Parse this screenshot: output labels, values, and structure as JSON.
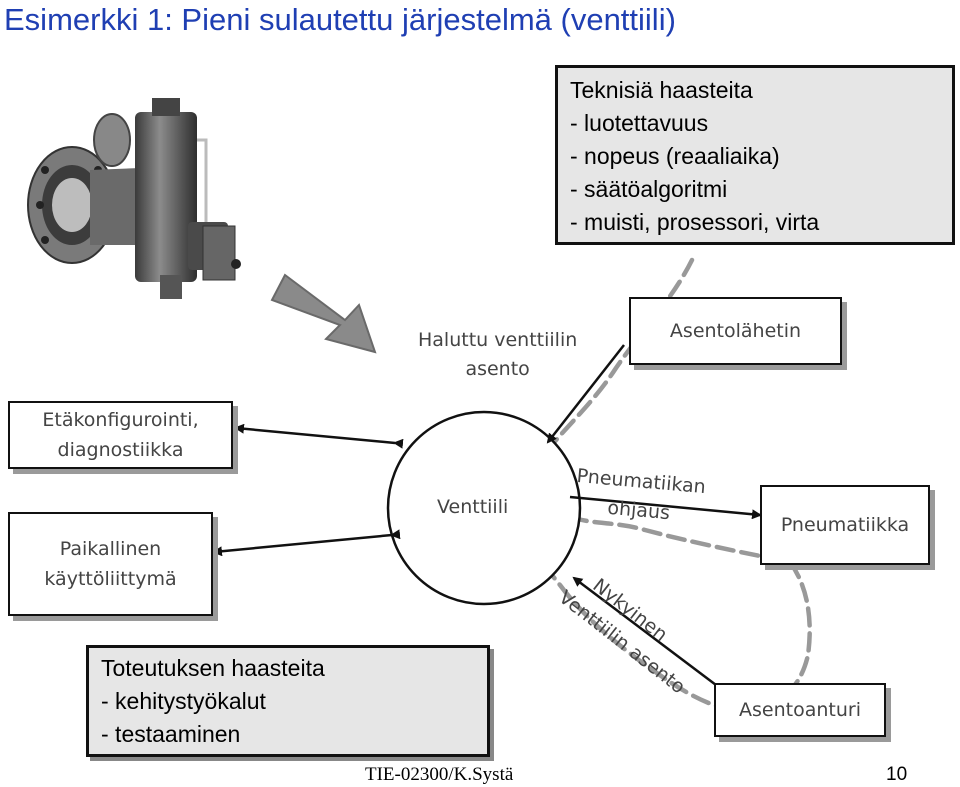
{
  "slide": {
    "title": "Esimerkki 1: Pieni sulautettu järjestelmä (venttiili)",
    "footer_course": "TIE-02300/K.Systä",
    "page_number": "10"
  },
  "technical_challenges": {
    "heading": "Teknisiä haasteita",
    "items": [
      "- luotettavuus",
      "- nopeus (reaaliaika)",
      "- säätöalgoritmi",
      "- muisti, prosessori, virta"
    ]
  },
  "implementation_challenges": {
    "heading": "Toteutuksen haasteita",
    "items": [
      "- kehitystyökalut",
      "- testaaminen"
    ]
  },
  "diagram": {
    "center": "Venttiili",
    "desired_position_label": [
      "Haluttu venttiilin",
      "asento"
    ],
    "pneumatic_control_label": [
      "Pneumatiikan",
      "ohjaus"
    ],
    "current_position_label": [
      "Nykyinen",
      "Venttiilin asento"
    ],
    "nodes": {
      "remote_config": [
        "Etäkonfigurointi,",
        "diagnostiikka"
      ],
      "local_ui": [
        "Paikallinen",
        "käyttöliittymä"
      ],
      "position_transmitter": "Asentolähetin",
      "pneumatics": "Pneumatiikka",
      "position_sensor": "Asentoanturi"
    }
  }
}
